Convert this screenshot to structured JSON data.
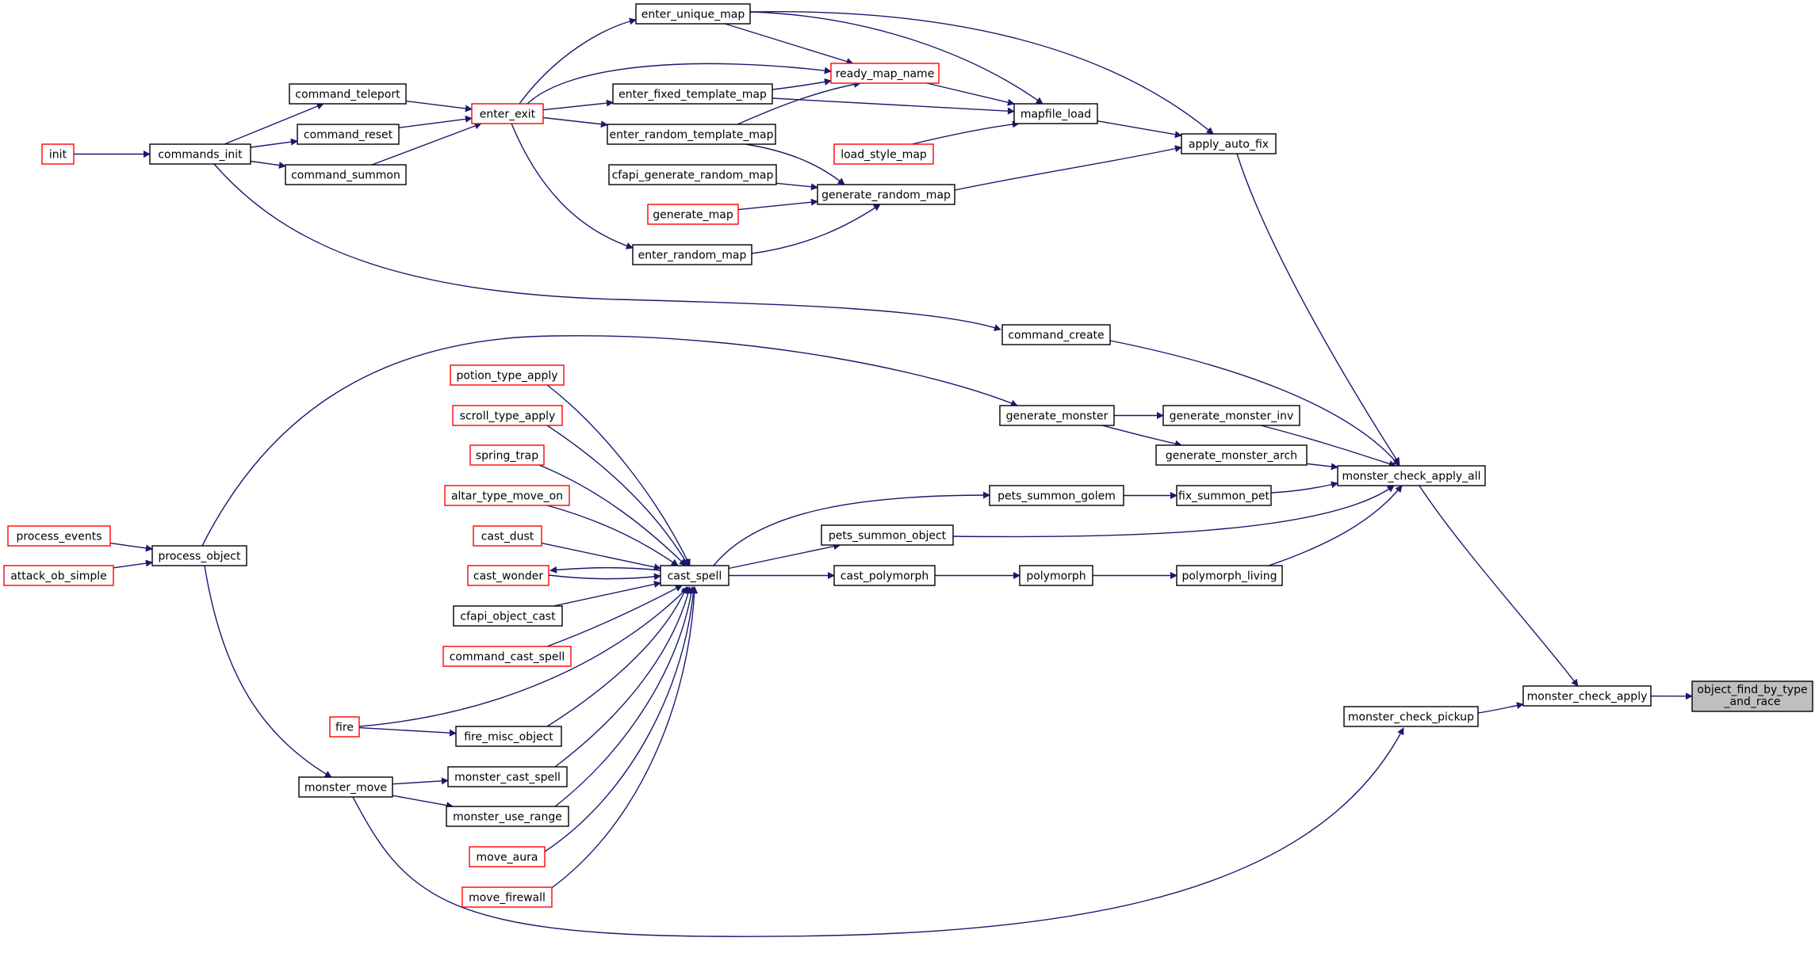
{
  "graph_type": "call graph (caller graph)",
  "colors": {
    "edge": "#191970",
    "node_border": "#000000",
    "node_border_incomplete": "#ff0000",
    "current_node_fill": "#bfbfbf",
    "background": "#ffffff"
  },
  "nodes": [
    {
      "id": "init",
      "label": "init",
      "style": "red"
    },
    {
      "id": "commands_init",
      "label": "commands_init",
      "style": "normal"
    },
    {
      "id": "command_teleport",
      "label": "command_teleport",
      "style": "normal"
    },
    {
      "id": "command_reset",
      "label": "command_reset",
      "style": "normal"
    },
    {
      "id": "command_summon",
      "label": "command_summon",
      "style": "normal"
    },
    {
      "id": "enter_exit",
      "label": "enter_exit",
      "style": "red"
    },
    {
      "id": "enter_unique_map",
      "label": "enter_unique_map",
      "style": "normal"
    },
    {
      "id": "enter_fixed_template_map",
      "label": "enter_fixed_template_map",
      "style": "normal"
    },
    {
      "id": "enter_random_template_map",
      "label": "enter_random_template_map",
      "style": "normal"
    },
    {
      "id": "cfapi_generate_random_map",
      "label": "cfapi_generate_random_map",
      "style": "normal"
    },
    {
      "id": "generate_map",
      "label": "generate_map",
      "style": "red"
    },
    {
      "id": "enter_random_map",
      "label": "enter_random_map",
      "style": "normal"
    },
    {
      "id": "ready_map_name",
      "label": "ready_map_name",
      "style": "red"
    },
    {
      "id": "load_style_map",
      "label": "load_style_map",
      "style": "red"
    },
    {
      "id": "generate_random_map",
      "label": "generate_random_map",
      "style": "normal"
    },
    {
      "id": "mapfile_load",
      "label": "mapfile_load",
      "style": "normal"
    },
    {
      "id": "apply_auto_fix",
      "label": "apply_auto_fix",
      "style": "normal"
    },
    {
      "id": "command_create",
      "label": "command_create",
      "style": "normal"
    },
    {
      "id": "generate_monster",
      "label": "generate_monster",
      "style": "normal"
    },
    {
      "id": "generate_monster_inv",
      "label": "generate_monster_inv",
      "style": "normal"
    },
    {
      "id": "generate_monster_arch",
      "label": "generate_monster_arch",
      "style": "normal"
    },
    {
      "id": "potion_type_apply",
      "label": "potion_type_apply",
      "style": "red"
    },
    {
      "id": "scroll_type_apply",
      "label": "scroll_type_apply",
      "style": "red"
    },
    {
      "id": "spring_trap",
      "label": "spring_trap",
      "style": "red"
    },
    {
      "id": "altar_type_move_on",
      "label": "altar_type_move_on",
      "style": "red"
    },
    {
      "id": "cast_dust",
      "label": "cast_dust",
      "style": "red"
    },
    {
      "id": "cast_wonder",
      "label": "cast_wonder",
      "style": "red"
    },
    {
      "id": "cfapi_object_cast",
      "label": "cfapi_object_cast",
      "style": "normal"
    },
    {
      "id": "command_cast_spell",
      "label": "command_cast_spell",
      "style": "red"
    },
    {
      "id": "fire",
      "label": "fire",
      "style": "red"
    },
    {
      "id": "fire_misc_object",
      "label": "fire_misc_object",
      "style": "normal"
    },
    {
      "id": "monster_cast_spell",
      "label": "monster_cast_spell",
      "style": "normal"
    },
    {
      "id": "monster_use_range",
      "label": "monster_use_range",
      "style": "normal"
    },
    {
      "id": "move_aura",
      "label": "move_aura",
      "style": "red"
    },
    {
      "id": "move_firewall",
      "label": "move_firewall",
      "style": "red"
    },
    {
      "id": "cast_spell",
      "label": "cast_spell",
      "style": "normal"
    },
    {
      "id": "pets_summon_golem",
      "label": "pets_summon_golem",
      "style": "normal"
    },
    {
      "id": "fix_summon_pet",
      "label": "fix_summon_pet",
      "style": "normal"
    },
    {
      "id": "pets_summon_object",
      "label": "pets_summon_object",
      "style": "normal"
    },
    {
      "id": "cast_polymorph",
      "label": "cast_polymorph",
      "style": "normal"
    },
    {
      "id": "polymorph",
      "label": "polymorph",
      "style": "normal"
    },
    {
      "id": "polymorph_living",
      "label": "polymorph_living",
      "style": "normal"
    },
    {
      "id": "process_events",
      "label": "process_events",
      "style": "red"
    },
    {
      "id": "attack_ob_simple",
      "label": "attack_ob_simple",
      "style": "red"
    },
    {
      "id": "process_object",
      "label": "process_object",
      "style": "normal"
    },
    {
      "id": "monster_move",
      "label": "monster_move",
      "style": "normal"
    },
    {
      "id": "monster_check_apply_all",
      "label": "monster_check_apply_all",
      "style": "normal"
    },
    {
      "id": "monster_check_pickup",
      "label": "monster_check_pickup",
      "style": "normal"
    },
    {
      "id": "monster_check_apply",
      "label": "monster_check_apply",
      "style": "normal"
    },
    {
      "id": "object_find_by_type_and_race",
      "label": "object_find_by_type\n_and_race",
      "style": "current"
    }
  ],
  "edges": [
    {
      "from": "init",
      "to": "commands_init"
    },
    {
      "from": "commands_init",
      "to": "command_teleport"
    },
    {
      "from": "commands_init",
      "to": "command_reset"
    },
    {
      "from": "commands_init",
      "to": "command_summon"
    },
    {
      "from": "command_teleport",
      "to": "enter_exit"
    },
    {
      "from": "command_reset",
      "to": "enter_exit"
    },
    {
      "from": "command_summon",
      "to": "enter_exit"
    },
    {
      "from": "enter_exit",
      "to": "enter_unique_map"
    },
    {
      "from": "enter_exit",
      "to": "ready_map_name"
    },
    {
      "from": "enter_exit",
      "to": "enter_fixed_template_map"
    },
    {
      "from": "enter_exit",
      "to": "enter_random_template_map"
    },
    {
      "from": "enter_exit",
      "to": "enter_random_map"
    },
    {
      "from": "enter_unique_map",
      "to": "ready_map_name"
    },
    {
      "from": "enter_fixed_template_map",
      "to": "ready_map_name"
    },
    {
      "from": "enter_random_template_map",
      "to": "ready_map_name"
    },
    {
      "from": "enter_unique_map",
      "to": "mapfile_load"
    },
    {
      "from": "enter_fixed_template_map",
      "to": "mapfile_load"
    },
    {
      "from": "ready_map_name",
      "to": "mapfile_load"
    },
    {
      "from": "load_style_map",
      "to": "mapfile_load"
    },
    {
      "from": "enter_random_template_map",
      "to": "generate_random_map"
    },
    {
      "from": "cfapi_generate_random_map",
      "to": "generate_random_map"
    },
    {
      "from": "generate_map",
      "to": "generate_random_map"
    },
    {
      "from": "enter_random_map",
      "to": "generate_random_map"
    },
    {
      "from": "enter_unique_map",
      "to": "apply_auto_fix"
    },
    {
      "from": "mapfile_load",
      "to": "apply_auto_fix"
    },
    {
      "from": "generate_random_map",
      "to": "apply_auto_fix"
    },
    {
      "from": "commands_init",
      "to": "command_create"
    },
    {
      "from": "process_object",
      "to": "generate_monster"
    },
    {
      "from": "generate_monster",
      "to": "generate_monster_inv"
    },
    {
      "from": "generate_monster",
      "to": "generate_monster_arch"
    },
    {
      "from": "potion_type_apply",
      "to": "cast_spell"
    },
    {
      "from": "scroll_type_apply",
      "to": "cast_spell"
    },
    {
      "from": "spring_trap",
      "to": "cast_spell"
    },
    {
      "from": "altar_type_move_on",
      "to": "cast_spell"
    },
    {
      "from": "cast_dust",
      "to": "cast_spell"
    },
    {
      "from": "cast_wonder",
      "to": "cast_spell"
    },
    {
      "from": "cast_spell",
      "to": "cast_wonder"
    },
    {
      "from": "cfapi_object_cast",
      "to": "cast_spell"
    },
    {
      "from": "command_cast_spell",
      "to": "cast_spell"
    },
    {
      "from": "fire",
      "to": "cast_spell"
    },
    {
      "from": "fire",
      "to": "fire_misc_object"
    },
    {
      "from": "fire_misc_object",
      "to": "cast_spell"
    },
    {
      "from": "monster_cast_spell",
      "to": "cast_spell"
    },
    {
      "from": "monster_use_range",
      "to": "cast_spell"
    },
    {
      "from": "move_aura",
      "to": "cast_spell"
    },
    {
      "from": "move_firewall",
      "to": "cast_spell"
    },
    {
      "from": "cast_spell",
      "to": "pets_summon_golem"
    },
    {
      "from": "pets_summon_golem",
      "to": "fix_summon_pet"
    },
    {
      "from": "cast_spell",
      "to": "pets_summon_object"
    },
    {
      "from": "cast_spell",
      "to": "cast_polymorph"
    },
    {
      "from": "cast_polymorph",
      "to": "polymorph"
    },
    {
      "from": "polymorph",
      "to": "polymorph_living"
    },
    {
      "from": "process_events",
      "to": "process_object"
    },
    {
      "from": "attack_ob_simple",
      "to": "process_object"
    },
    {
      "from": "process_object",
      "to": "monster_move"
    },
    {
      "from": "monster_move",
      "to": "monster_cast_spell"
    },
    {
      "from": "monster_move",
      "to": "monster_use_range"
    },
    {
      "from": "monster_move",
      "to": "monster_check_pickup"
    },
    {
      "from": "apply_auto_fix",
      "to": "monster_check_apply_all"
    },
    {
      "from": "command_create",
      "to": "monster_check_apply_all"
    },
    {
      "from": "generate_monster_inv",
      "to": "monster_check_apply_all"
    },
    {
      "from": "generate_monster_arch",
      "to": "monster_check_apply_all"
    },
    {
      "from": "fix_summon_pet",
      "to": "monster_check_apply_all"
    },
    {
      "from": "pets_summon_object",
      "to": "monster_check_apply_all"
    },
    {
      "from": "polymorph_living",
      "to": "monster_check_apply_all"
    },
    {
      "from": "monster_check_apply_all",
      "to": "monster_check_apply"
    },
    {
      "from": "monster_check_pickup",
      "to": "monster_check_apply"
    },
    {
      "from": "monster_check_apply",
      "to": "object_find_by_type_and_race"
    }
  ]
}
